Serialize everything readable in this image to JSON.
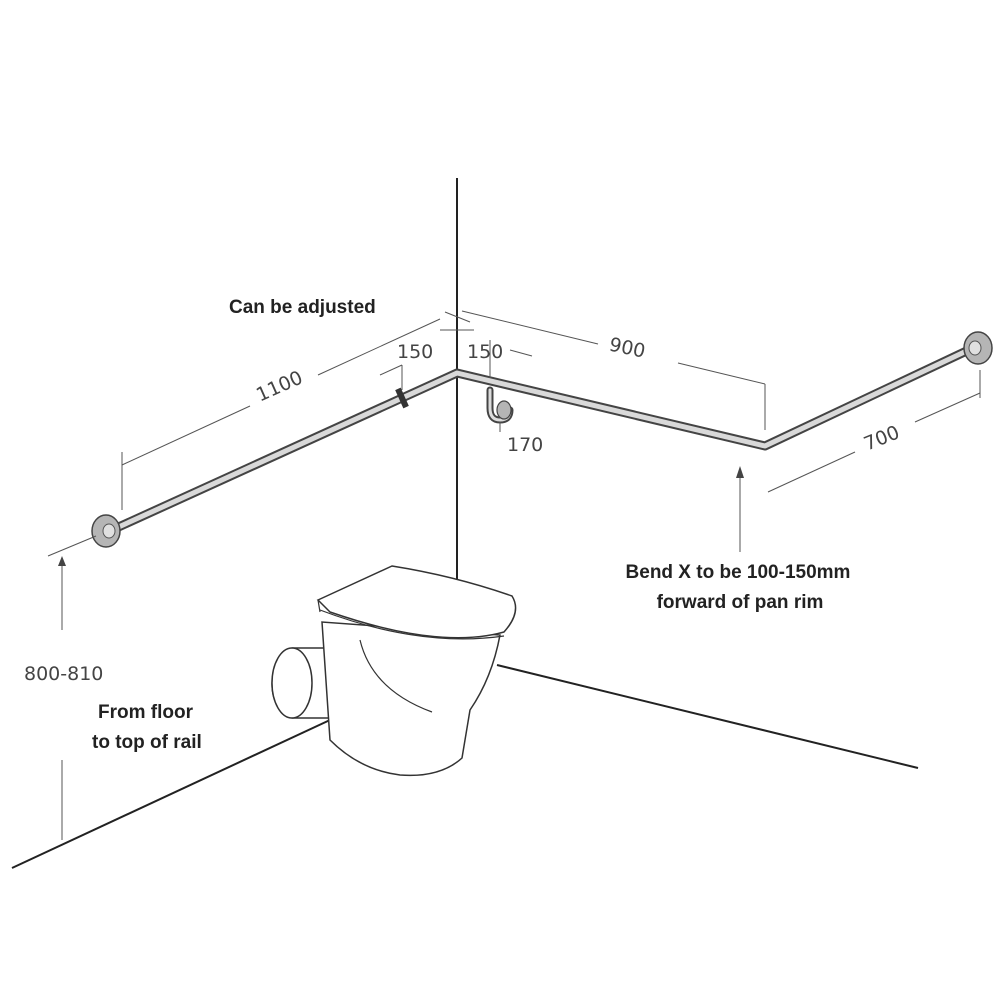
{
  "labels": {
    "adjust_note": "Can be adjusted",
    "dim_1100": "1100",
    "dim_150_left": "150",
    "dim_150_right": "150",
    "dim_900": "900",
    "dim_170": "170",
    "dim_700": "700",
    "height_range": "800-810",
    "floor_note_line1": "From floor",
    "floor_note_line2": "to top of rail",
    "bend_note_line1": "Bend X to be 100-150mm",
    "bend_note_line2": "forward of pan rim"
  },
  "colors": {
    "line": "#222222",
    "rail_outline": "#444444",
    "rail_fill": "#d9d9d9",
    "flange": "#b5b5b5"
  }
}
